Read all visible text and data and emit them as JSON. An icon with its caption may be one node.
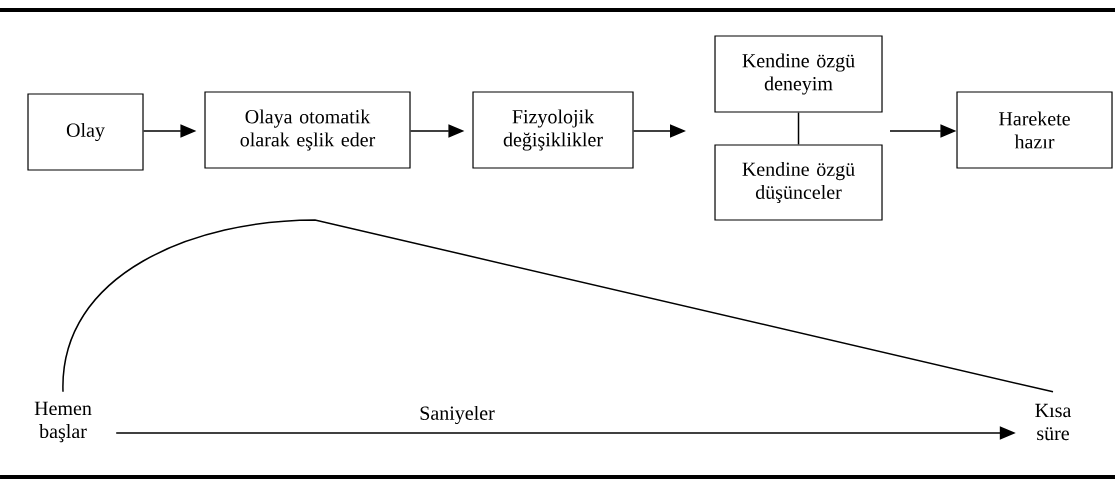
{
  "diagram": {
    "nodes": [
      {
        "text": [
          "Olay"
        ]
      },
      {
        "text": [
          "Olaya otomatik olarak eşlik eder"
        ]
      },
      {
        "text": [
          "Fizyolojik değişiklikler"
        ]
      },
      {
        "text": [
          "Kendine özgü deneyim"
        ]
      },
      {
        "text": [
          "Kendine özgü düşünceler"
        ]
      },
      {
        "text": [
          "Harekete hazır"
        ]
      },
      {
        "text": [
          "Hemen başlar"
        ]
      },
      {
        "text": [
          "Kısa süre"
        ]
      }
    ],
    "edges": [
      {
        "from": 0,
        "to": 1,
        "arrow": "to"
      },
      {
        "from": 1,
        "to": 2,
        "arrow": "to"
      },
      {
        "from": 2,
        "to": null,
        "arrow": "to"
      },
      {
        "from": 3,
        "to": 4,
        "arrow": "none"
      },
      {
        "from": null,
        "to": 5,
        "arrow": "to"
      },
      {
        "from": 6,
        "to": 7,
        "arrow": "none"
      },
      {
        "from": 6,
        "to": 7,
        "arrow": "to",
        "label": "Saniyeler"
      }
    ]
  }
}
